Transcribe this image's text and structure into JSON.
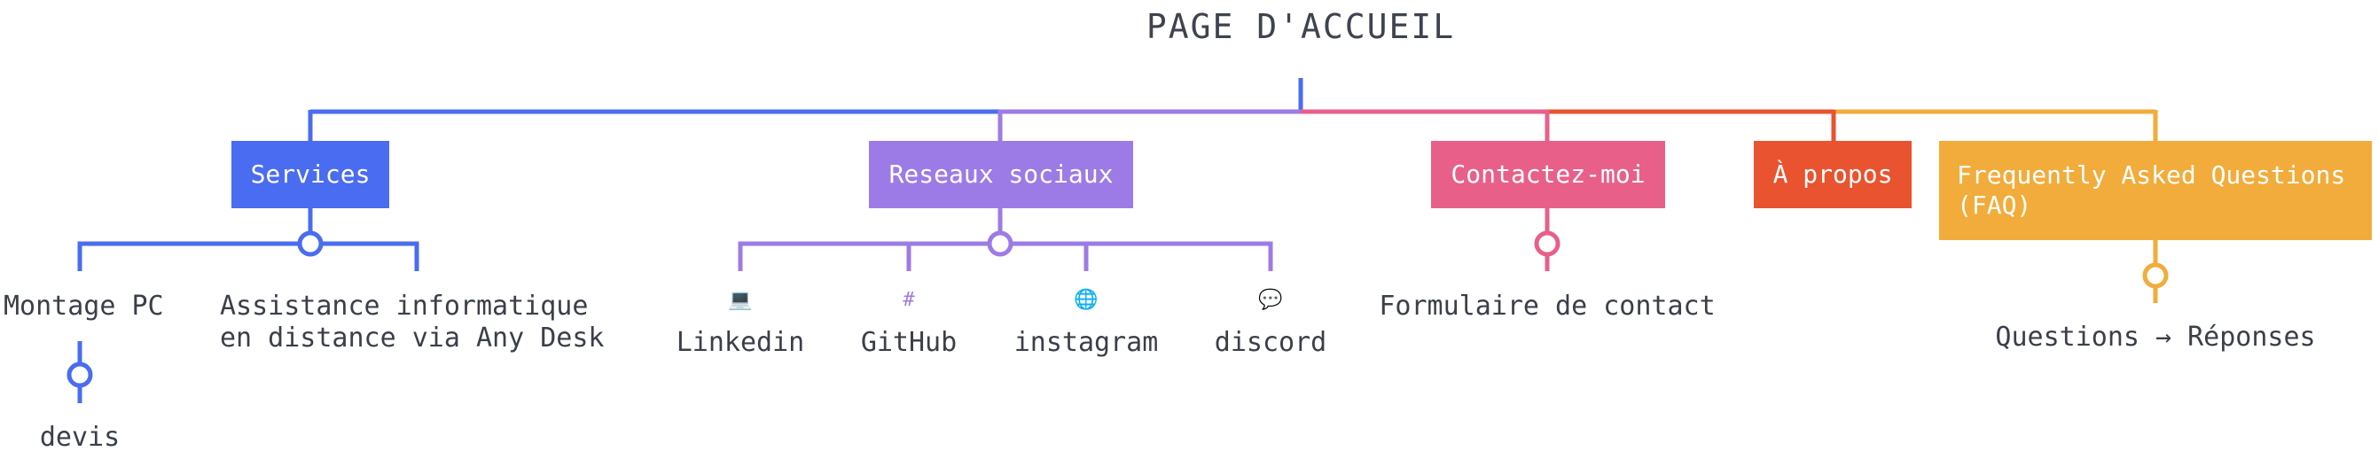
{
  "title": "PAGE D'ACCUEIL",
  "colors": {
    "blue": "#4a6cf0",
    "purple": "#9d7be6",
    "pink": "#e8608a",
    "red": "#e9532f",
    "orange": "#f2ac3b"
  },
  "sections": {
    "services": {
      "label": "Services",
      "children": {
        "montage": "Montage PC",
        "assistance": "Assistance informatique en distance via Any Desk",
        "devis": "devis"
      }
    },
    "reseaux": {
      "label": "Reseaux sociaux",
      "children": {
        "linkedin": {
          "label": "Linkedin",
          "icon": "laptop-icon"
        },
        "github": {
          "label": "GitHub",
          "icon": "hash-icon"
        },
        "instagram": {
          "label": "instagram",
          "icon": "globe-icon"
        },
        "discord": {
          "label": "discord",
          "icon": "chat-icon"
        }
      }
    },
    "contact": {
      "label": "Contactez-moi",
      "children": {
        "formulaire": "Formulaire de contact"
      }
    },
    "apropos": {
      "label": "À propos"
    },
    "faq": {
      "label": "Frequently Asked Questions (FAQ)",
      "children": {
        "qr": "Questions → Réponses"
      }
    }
  }
}
